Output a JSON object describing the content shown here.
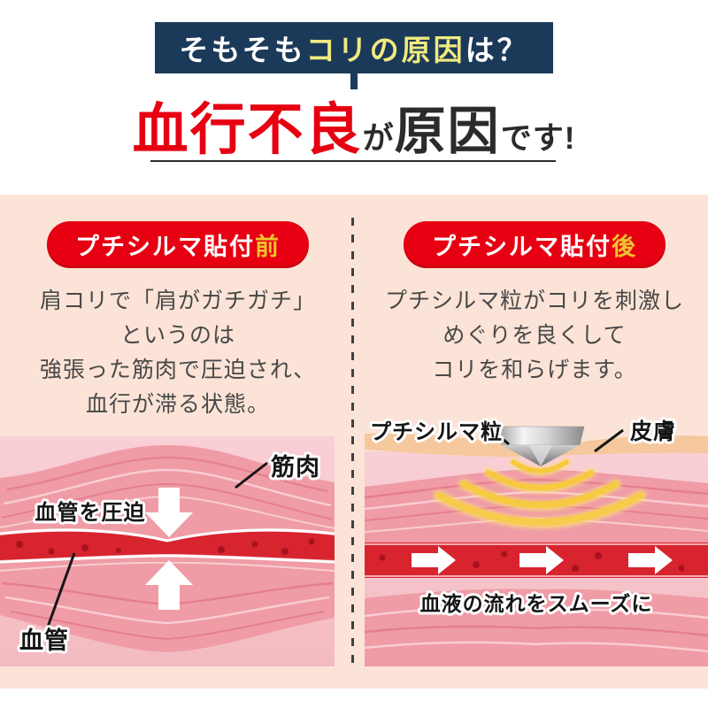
{
  "banner": {
    "prefix": "そもそも",
    "highlight": "コリの原因",
    "suffix": "は？"
  },
  "headline": {
    "emphasis": "血行不良",
    "particle": "が",
    "noun": "原因",
    "suffix": "です!"
  },
  "before": {
    "badge_main": "プチシルマ貼付",
    "badge_accent": "前",
    "lines": [
      "肩コリで「肩がガチガチ」",
      "というのは",
      "強張った筋肉で圧迫され、",
      "血行が滞る状態。"
    ],
    "labels": {
      "muscle": "筋肉",
      "compression": "血管を圧迫",
      "vessel": "血管"
    }
  },
  "after": {
    "badge_main": "プチシルマ貼付",
    "badge_accent": "後",
    "lines": [
      "プチシルマ粒がコリを刺激し",
      "めぐりを良くして",
      "コリを和らげます。"
    ],
    "labels": {
      "grain": "プチシルマ粒",
      "skin": "皮膚",
      "flow": "血液の流れをスムーズに"
    }
  },
  "colors": {
    "navy": "#1b3a59",
    "accent_red": "#e60012",
    "banner_yellow": "#f1ea7f",
    "badge_gold": "#f0c42e",
    "section_bg": "#fbe3d7",
    "illustration_pink": "#f4bcc3",
    "muscle_pink": "#ef9ca7",
    "vessel_red": "#d7242f",
    "blood_cell": "#a8121f",
    "skin_tan": "#f6c89d",
    "wave_yellow": "#f6c93e",
    "text_dark": "#484848"
  }
}
